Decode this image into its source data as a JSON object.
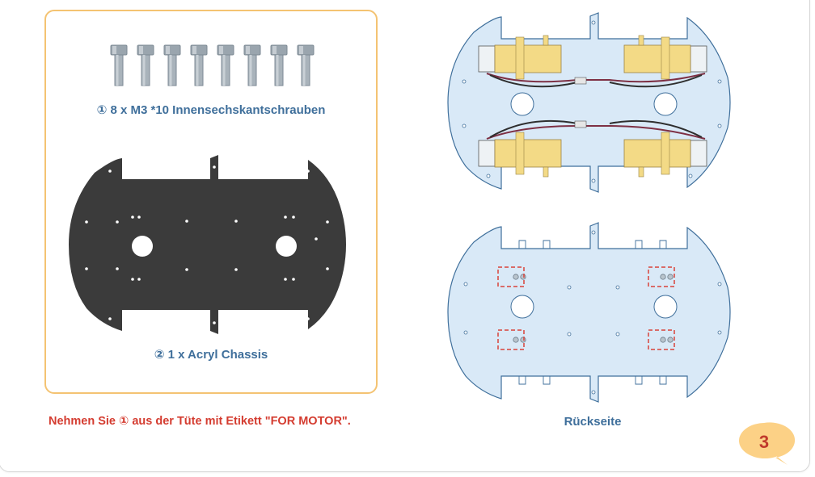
{
  "parts": {
    "screws": {
      "caption": "① 8 x M3 *10 Innensechskantschrauben",
      "count": 8
    },
    "chassis": {
      "caption": "② 1 x Acryl Chassis"
    }
  },
  "instruction_note": "Nehmen Sie ① aus der Tüte mit Etikett \"FOR MOTOR\".",
  "rear_caption": "Rückseite",
  "step_number": "3",
  "colors": {
    "panel_border": "#f4c372",
    "caption_blue": "#3f6f9b",
    "note_red": "#d43c30",
    "badge_fill": "#fcd186",
    "chassis_black": "#3b3b3b",
    "acrylic_blue": "#d9e9f7",
    "motor_yellow": "#f3da86",
    "mark_red": "#d9433a"
  }
}
